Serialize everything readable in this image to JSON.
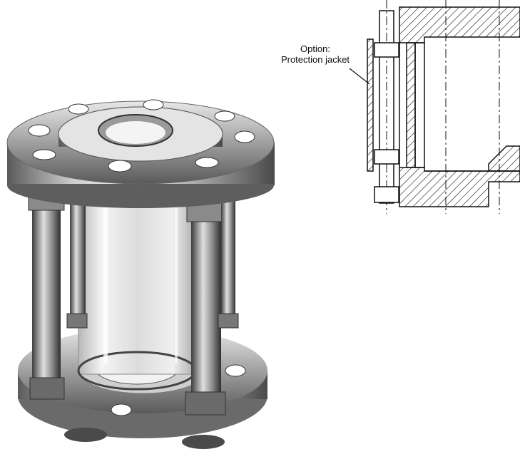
{
  "callout": {
    "line1": "Option:",
    "line2": "Protection jacket"
  },
  "icons": {
    "photo": "sight-glass-photo",
    "drawing": "sight-glass-section-drawing"
  },
  "colors": {
    "ink": "#111111",
    "metal_dark": "#3a3a3a",
    "metal_mid": "#8a8a8a",
    "metal_light": "#d8d8d8"
  }
}
